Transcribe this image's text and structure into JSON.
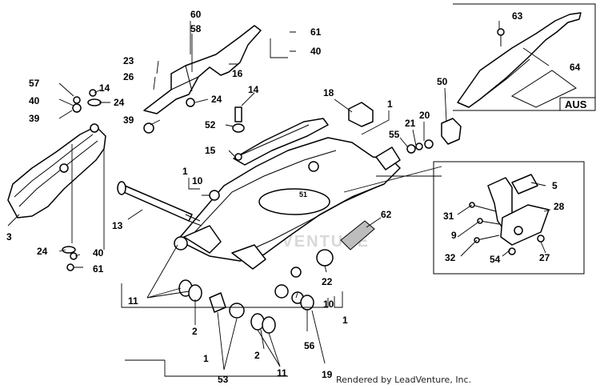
{
  "diagram": {
    "callouts": {
      "c60": "60",
      "c58": "58",
      "c23": "23",
      "c26": "26",
      "c16": "16",
      "c61a": "61",
      "c40a": "40",
      "c63": "63",
      "c64": "64",
      "c57": "57",
      "c14a": "14",
      "c40b": "40",
      "c24a": "24",
      "c39a": "39",
      "c39b": "39",
      "c24b": "24",
      "c14b": "14",
      "c52": "52",
      "c15": "15",
      "c18": "18",
      "c1a": "1",
      "c50": "50",
      "c20": "20",
      "c21": "21",
      "c55": "55",
      "c1b": "1",
      "c10a": "10",
      "c13": "13",
      "c3": "3",
      "c51": "51",
      "c5": "5",
      "c28": "28",
      "c31": "31",
      "c9": "9",
      "c32": "32",
      "c54": "54",
      "c27": "27",
      "c62": "62",
      "c24c": "24",
      "c40c": "40",
      "c61b": "61",
      "c22": "22",
      "c11a": "11",
      "c10b": "10",
      "c1c": "1",
      "c2a": "2",
      "c56": "56",
      "c2b": "2",
      "c1d": "1",
      "c53": "53",
      "c11b": "11",
      "c19": "19"
    },
    "inset_label": "AUS",
    "watermark": "LEADVENTURE"
  },
  "footer": {
    "credit": "Rendered by LeadVenture, Inc."
  }
}
